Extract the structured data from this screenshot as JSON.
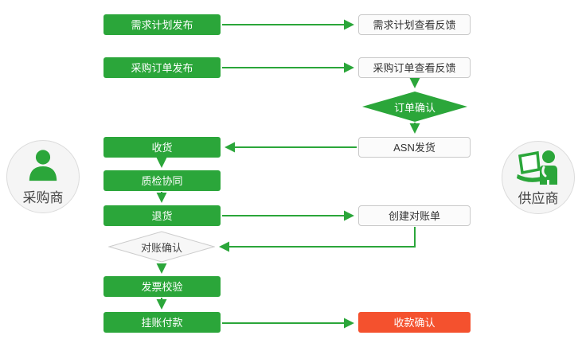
{
  "colors": {
    "green": "#2BA63A",
    "red": "#F4512E",
    "white_box_border": "#C9C9C9",
    "white_box_bg": "#FBFBFB",
    "circle_bg": "#F5F5F5"
  },
  "actors": {
    "buyer": {
      "label": "采购商",
      "icon": "person-icon"
    },
    "supplier": {
      "label": "供应商",
      "icon": "person-laptop-icon"
    }
  },
  "nodes": {
    "demand_plan_publish": {
      "label": "需求计划发布",
      "type": "green"
    },
    "demand_plan_feedback": {
      "label": "需求计划查看反馈",
      "type": "white"
    },
    "po_publish": {
      "label": "采购订单发布",
      "type": "green"
    },
    "po_feedback": {
      "label": "采购订单查看反馈",
      "type": "white"
    },
    "order_confirm": {
      "label": "订单确认",
      "type": "green-diamond"
    },
    "asn_ship": {
      "label": "ASN发货",
      "type": "white"
    },
    "receive": {
      "label": "收货",
      "type": "green"
    },
    "quality_check": {
      "label": "质检协同",
      "type": "green"
    },
    "returns": {
      "label": "退货",
      "type": "green"
    },
    "create_statement": {
      "label": "创建对账单",
      "type": "white"
    },
    "statement_confirm": {
      "label": "对账确认",
      "type": "gray-diamond"
    },
    "invoice_verify": {
      "label": "发票校验",
      "type": "green"
    },
    "payment": {
      "label": "挂账付款",
      "type": "green"
    },
    "payment_confirm": {
      "label": "收款确认",
      "type": "red"
    }
  }
}
